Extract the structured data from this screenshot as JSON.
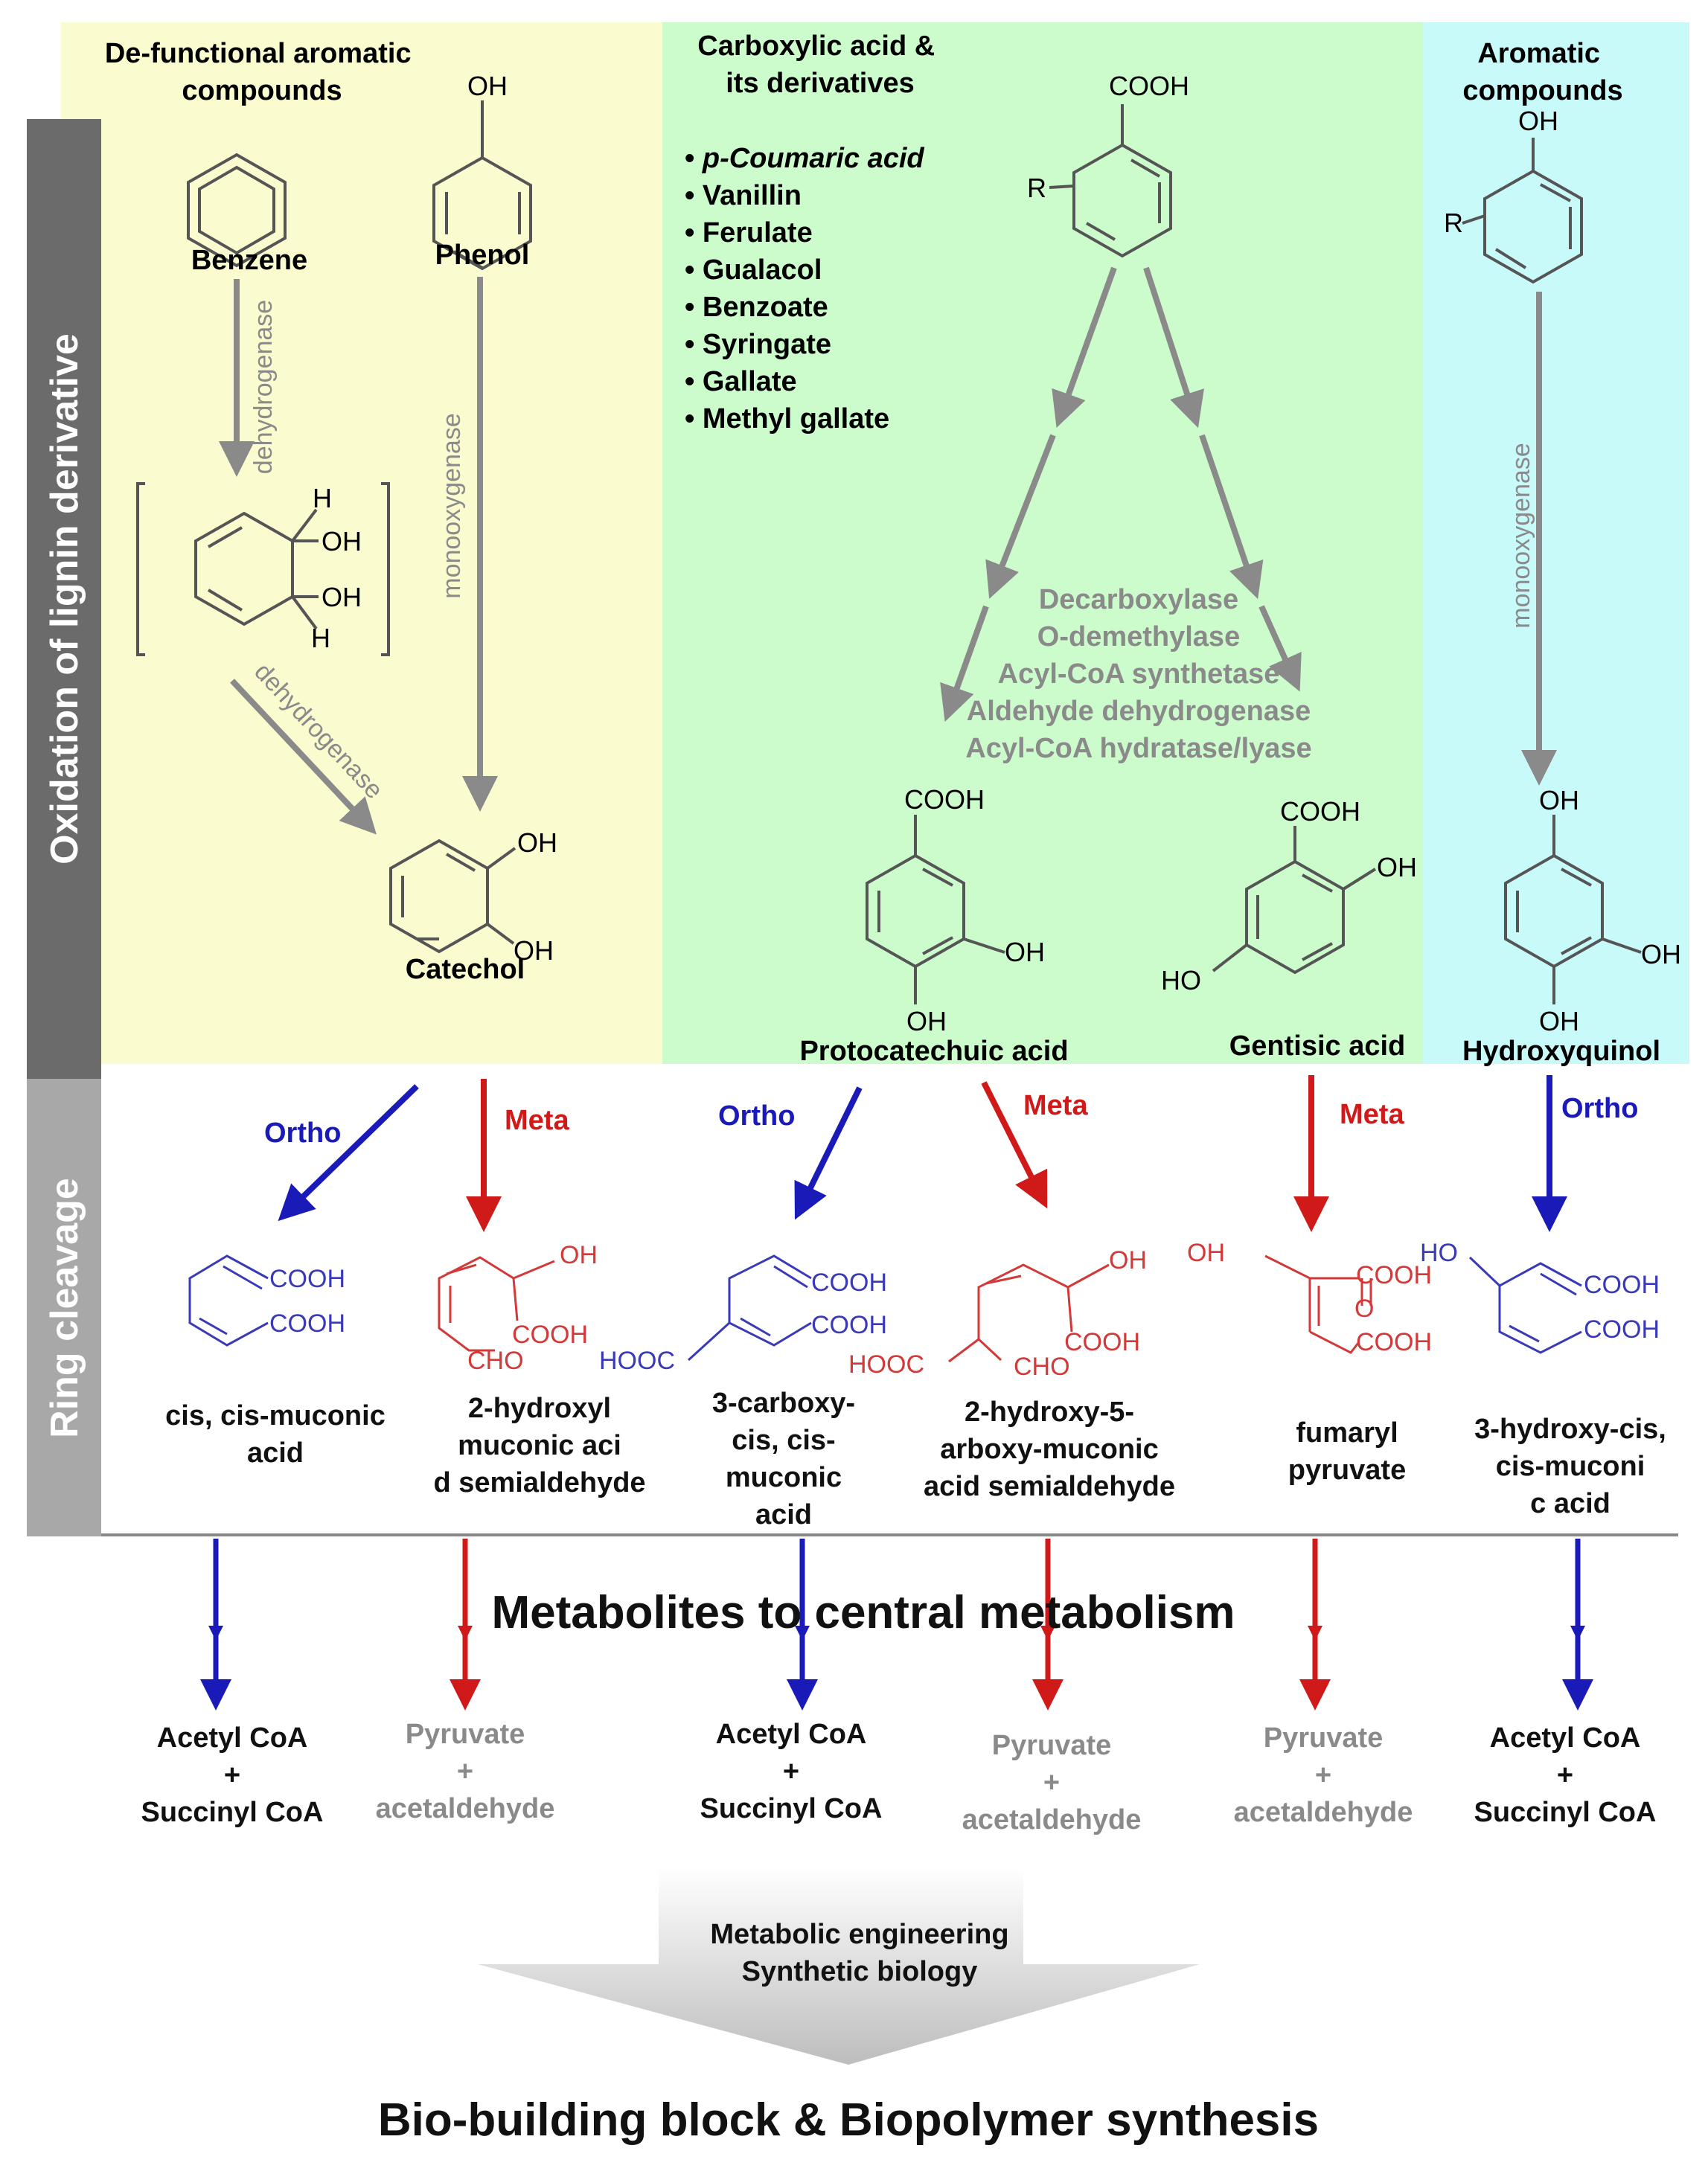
{
  "colors": {
    "panel_yellow": "#fbfbd0",
    "panel_green": "#ccfccc",
    "panel_cyan": "#c9fafa",
    "side_bar_dark": "#6b6b6b",
    "side_bar_light": "#a8a8a8",
    "ortho_blue": "#1a1ab8",
    "meta_red": "#d01a1a",
    "enzyme_gray": "#8a8a8a"
  },
  "column_headers": {
    "defunctional": "De-functional aromatic compounds",
    "carboxylic": "Carboxylic acid & its derivatives",
    "aromatic": "Aromatic compounds"
  },
  "side_labels": {
    "oxidation": "Oxidation of lignin derivative",
    "ring_cleavage": "Ring cleavage"
  },
  "compound_list": [
    "p-Coumaric acid",
    "Vanillin",
    "Ferulate",
    "Gualacol",
    "Benzoate",
    "Syringate",
    "Gallate",
    "Methyl gallate"
  ],
  "compounds": {
    "benzene": "Benzene",
    "phenol": "Phenol",
    "catechol": "Catechol",
    "protocatechuic": "Protocatechuic acid",
    "gentisic": "Gentisic acid",
    "hydroxyquinol": "Hydroxyquinol"
  },
  "atoms": {
    "oh": "OH",
    "ho": "HO",
    "h": "H",
    "r": "R",
    "cooh": "COOH",
    "hooc": "HOOC",
    "cho": "CHO",
    "o": "O"
  },
  "enzymes": {
    "dehydrogenase": "dehydrogenase",
    "monooxygenase": "monooxygenase",
    "carboxylic_list": [
      "Decarboxylase",
      "O-demethylase",
      "Acyl-CoA synthetase",
      "Aldehyde dehydrogenase",
      "Acyl-CoA hydratase/lyase"
    ]
  },
  "cleavage": {
    "ortho": "Ortho",
    "meta": "Meta"
  },
  "products": [
    "cis, cis-muconic acid",
    "2-hydroxyl muconic acid semialdehyde",
    "3-carboxy-cis, cis-muconic acid",
    "2-hydroxy-5-arboxy-muconic acid semialdehyde",
    "fumaryl pyruvate",
    "3-hydroxy-cis, cis-muconic acid"
  ],
  "central_metabolism": "Metabolites to central metabolism",
  "end_products": {
    "acetyl": "Acetyl CoA",
    "plus": "+",
    "succinyl": "Succinyl CoA",
    "pyruvate": "Pyruvate",
    "acetaldehyde": "acetaldehyde"
  },
  "engineering": {
    "line1": "Metabolic engineering",
    "line2": "Synthetic biology"
  },
  "final_title": "Bio-building block & Biopolymer synthesis"
}
